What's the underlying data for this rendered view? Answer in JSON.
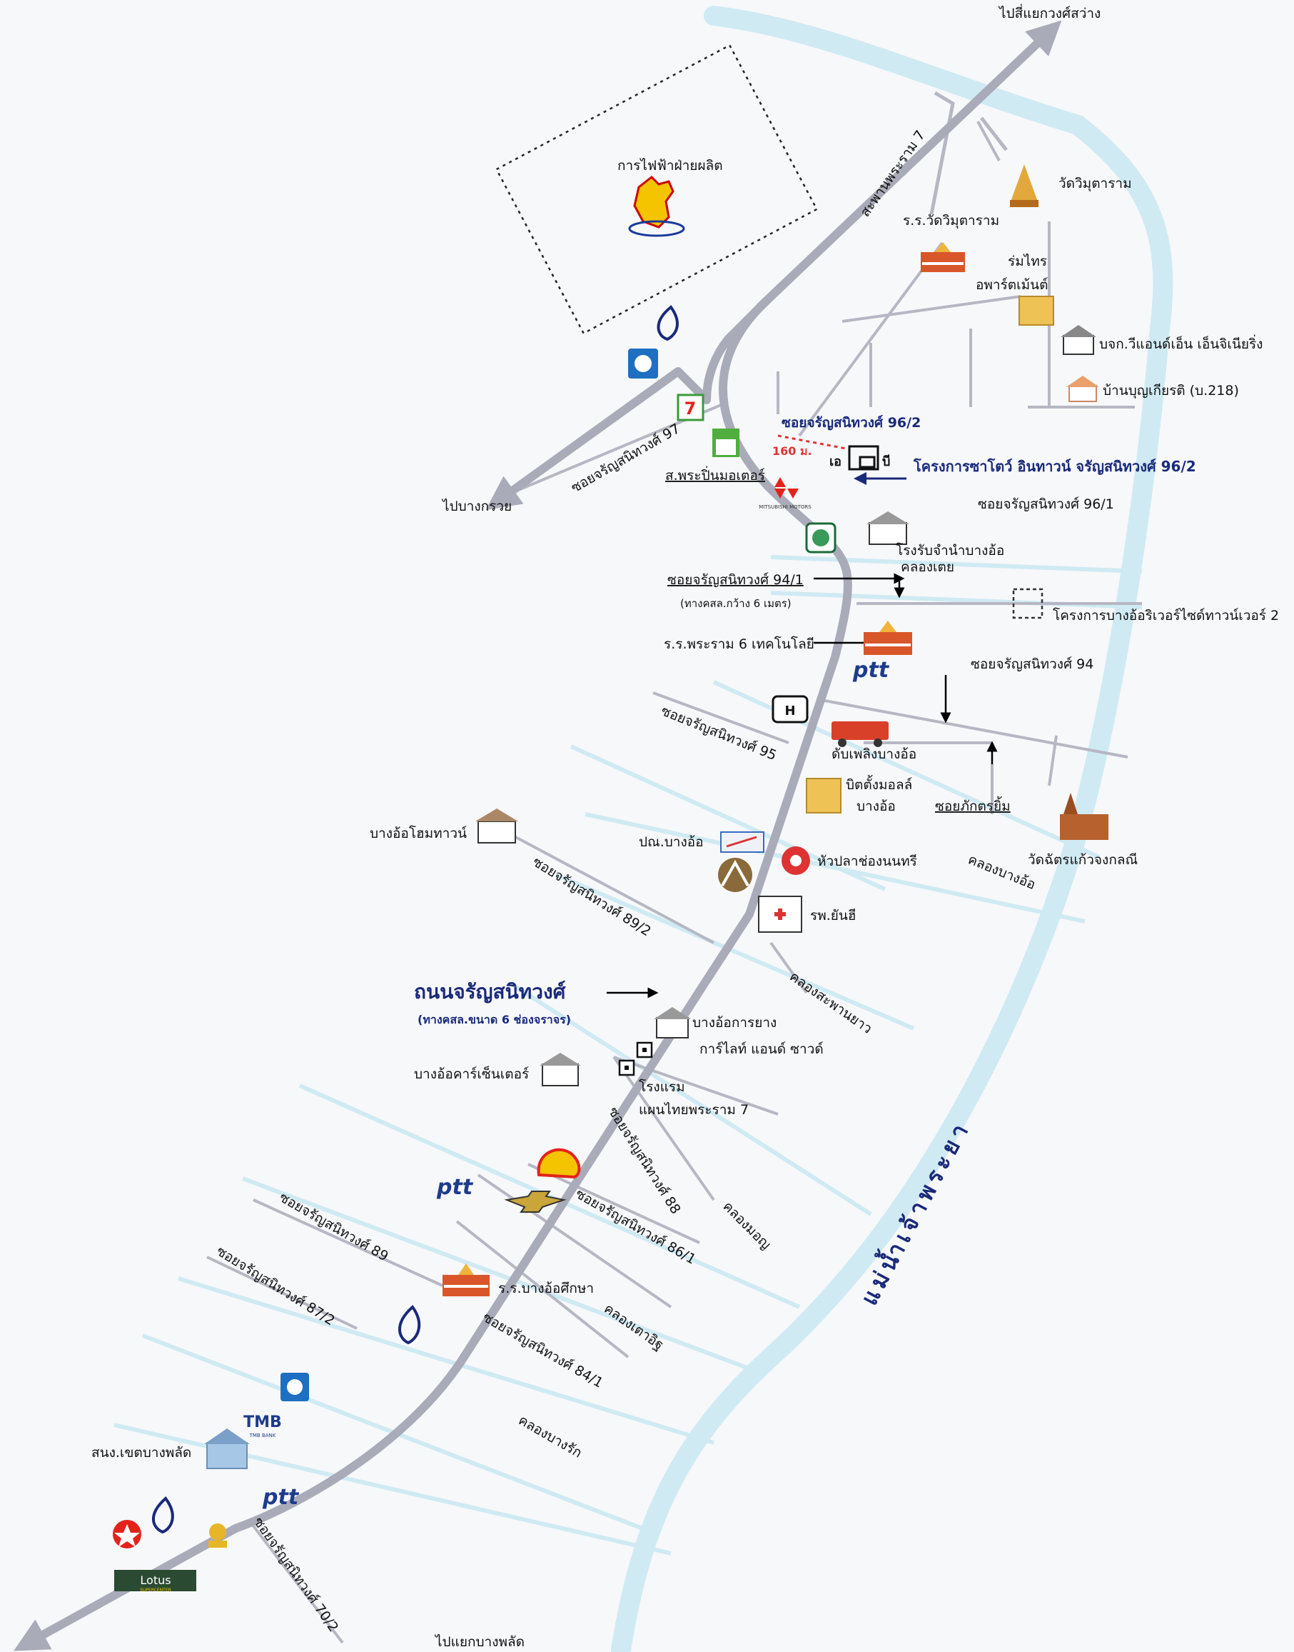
{
  "map": {
    "project_name": "โครงการซาโตว์ อินทาวน์ จรัญสนิทวงศ์ 96/2",
    "project_marker": "เอ",
    "project_marker2": "บี",
    "distance": "160 ม.",
    "main_road": {
      "name": "ถนนจรัญสนิทวงศ์",
      "note": "(ทางคสล.ขนาด 6 ช่องจราจร)"
    },
    "bridge": "สะพานพระราม 7",
    "river": "แม่น้ำเจ้าพระยา",
    "directions": {
      "north": "ไปสี่แยกวงศ์สว่าง",
      "south": "ไปแยกบางพลัด",
      "west": "ไปบางกรวย"
    },
    "egat": "การไฟฟ้าฝ่ายผลิต",
    "canals": [
      "คลองเตย",
      "คลองบางอ้อ",
      "คลองสะพานยาว",
      "คลองมอญ",
      "คลองเตาอิฐ",
      "คลองบางรัก"
    ],
    "sois": {
      "s96_2": "ซอยจรัญสนิทวงศ์ 96/2",
      "s96_1": "ซอยจรัญสนิทวงศ์ 96/1",
      "s94_1": "ซอยจรัญสนิทวงศ์ 94/1",
      "s94_1_note": "(ทางคสล.กว้าง 6 เมตร)",
      "s94": "ซอยจรัญสนิทวงศ์ 94",
      "s97": "ซอยจรัญสนิทวงศ์ 97",
      "s95": "ซอยจรัญสนิทวงศ์ 95",
      "s89_2": "ซอยจรัญสนิทวงศ์ 89/2",
      "s88": "ซอยจรัญสนิทวงศ์ 88",
      "s86_1": "ซอยจรัญสนิทวงศ์ 86/1",
      "s89": "ซอยจรัญสนิทวงศ์ 89",
      "s87_2": "ซอยจรัญสนิทวงศ์ 87/2",
      "s84_1": "ซอยจรัญสนิทวงศ์ 84/1",
      "s70_2": "ซอยจรัญสนิทวงศ์ 70/2",
      "pakdi": "ซอยภักตรยิ้ม"
    },
    "places": {
      "wat_wimut": "วัดวิมุตาราม",
      "school_wimut": "ร.ร.วัดวิมุตาราม",
      "romsai_1": "ร่มไทร",
      "romsai_2": "อพาร์ตเม้นต์",
      "we_and_n": "บจก.วีแอนด์เอ็น เอ็นจิเนียริ่ง",
      "ban_bunkiat": "บ้านบุญเกียรติ (บ.218)",
      "pranpin": "ส.พระปิ่นมอเตอร์",
      "rongrab_1": "โรงรับจำนำบางอ้อ",
      "bangoa_riverside": "โครงการบางอ้อริเวอร์ไซด์ทาวน์เวอร์ 2",
      "rama6_school": "ร.ร.พระราม 6 เทคโนโลยี",
      "fire": "ดับเพลิงบางอ้อ",
      "bitang_1": "บิตตั้งมอลล์",
      "bitang_2": "บางอ้อ",
      "wat_chat": "วัดฉัตรแก้วจงกลณี",
      "home_town": "บางอ้อโฮมทาวน์",
      "post": "ปณ.บางอ้อ",
      "hua_pla": "หัวปลาช่องนนทรี",
      "yanhee": "รพ.ยันฮี",
      "bangoa_karayang": "บางอ้อการยาง",
      "garlight": "การ์ไลท์ แอนด์ ซาวด์",
      "hotel_1": "โรงแรม",
      "hotel_2": "แผนไทยพระราม 7",
      "car_center": "บางอ้อคาร์เซ็นเตอร์",
      "bangoa_school": "ร.ร.บางอ้อศึกษา",
      "district_office": "สนง.เขตบางพลัด"
    },
    "logos": {
      "seven": "7",
      "ptt": "ptt",
      "tmb": "TMB",
      "tmb_sub": "TMB BANK",
      "lotus": "Lotus",
      "lotus_sub": "SUPERCENTER",
      "mitsubishi": "MITSUBISHI MOTORS"
    }
  }
}
